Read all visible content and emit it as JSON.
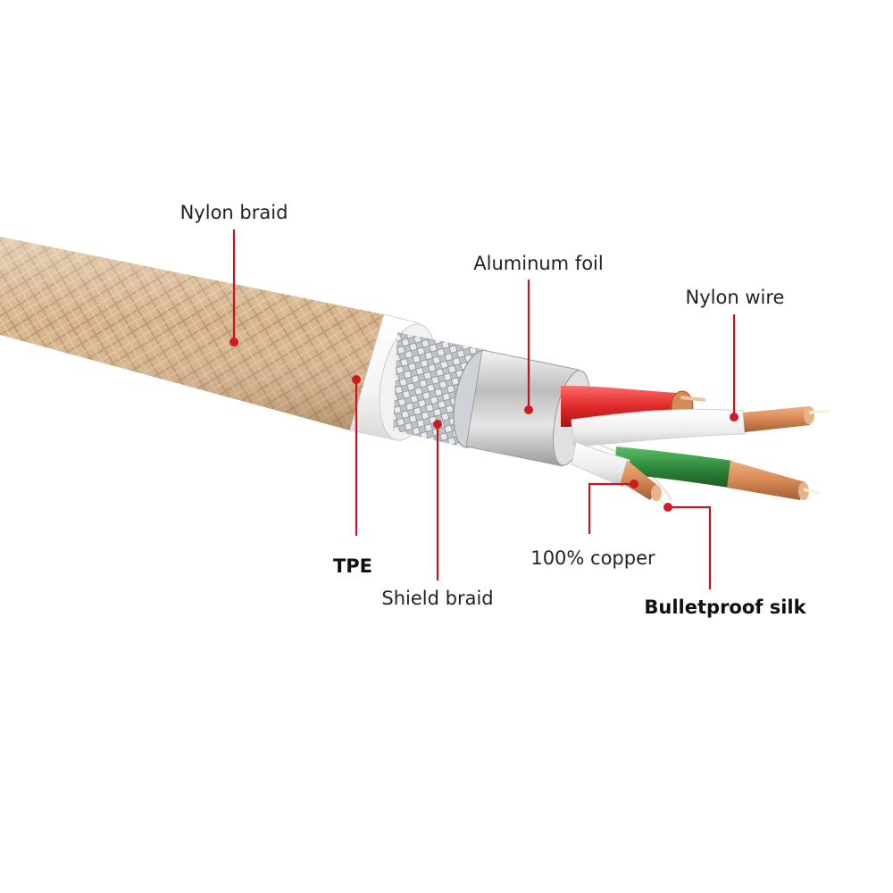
{
  "labels": {
    "nylon_braid": "Nylon braid",
    "aluminum_foil": "Aluminum foil",
    "nylon_wire": "Nylon wire",
    "tpe": "TPE",
    "shield_braid": "Shield braid",
    "copper": "100% copper",
    "bulletproof_silk": "Bulletproof silk"
  },
  "colors": {
    "leader": "#c8141e",
    "dot": "#d01a22",
    "braid": "#d7b48d",
    "red_wire": "#e02a2a",
    "green_wire": "#2f8a3c",
    "copper": "#d58955"
  }
}
